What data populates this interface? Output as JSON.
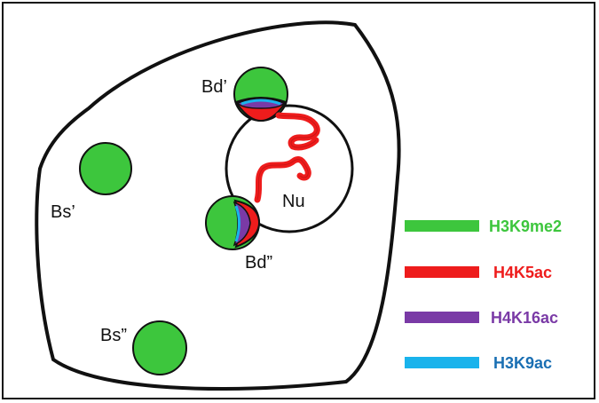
{
  "labels": {
    "bd_prime": "Bd’",
    "bd_double": "Bd”",
    "bs_prime": "Bs’",
    "bs_double": "Bs”",
    "nucleolus": "Nu"
  },
  "legend": [
    {
      "label": "H3K9me2",
      "color": "#3dc63d",
      "text_color": "#3dc63d"
    },
    {
      "label": "H4K5ac",
      "color": "#ee1c1c",
      "text_color": "#ee1c1c"
    },
    {
      "label": "H4K16ac",
      "color": "#7a3aa6",
      "text_color": "#7a3aa6"
    },
    {
      "label": "H3K9ac",
      "color": "#19b3ec",
      "text_color": "#1a6fb3"
    }
  ],
  "colors": {
    "outline": "#111111",
    "green_body": "#3dc63d",
    "red": "#ee1c1c",
    "purple": "#7a3aa6",
    "blue": "#19b3ec"
  }
}
